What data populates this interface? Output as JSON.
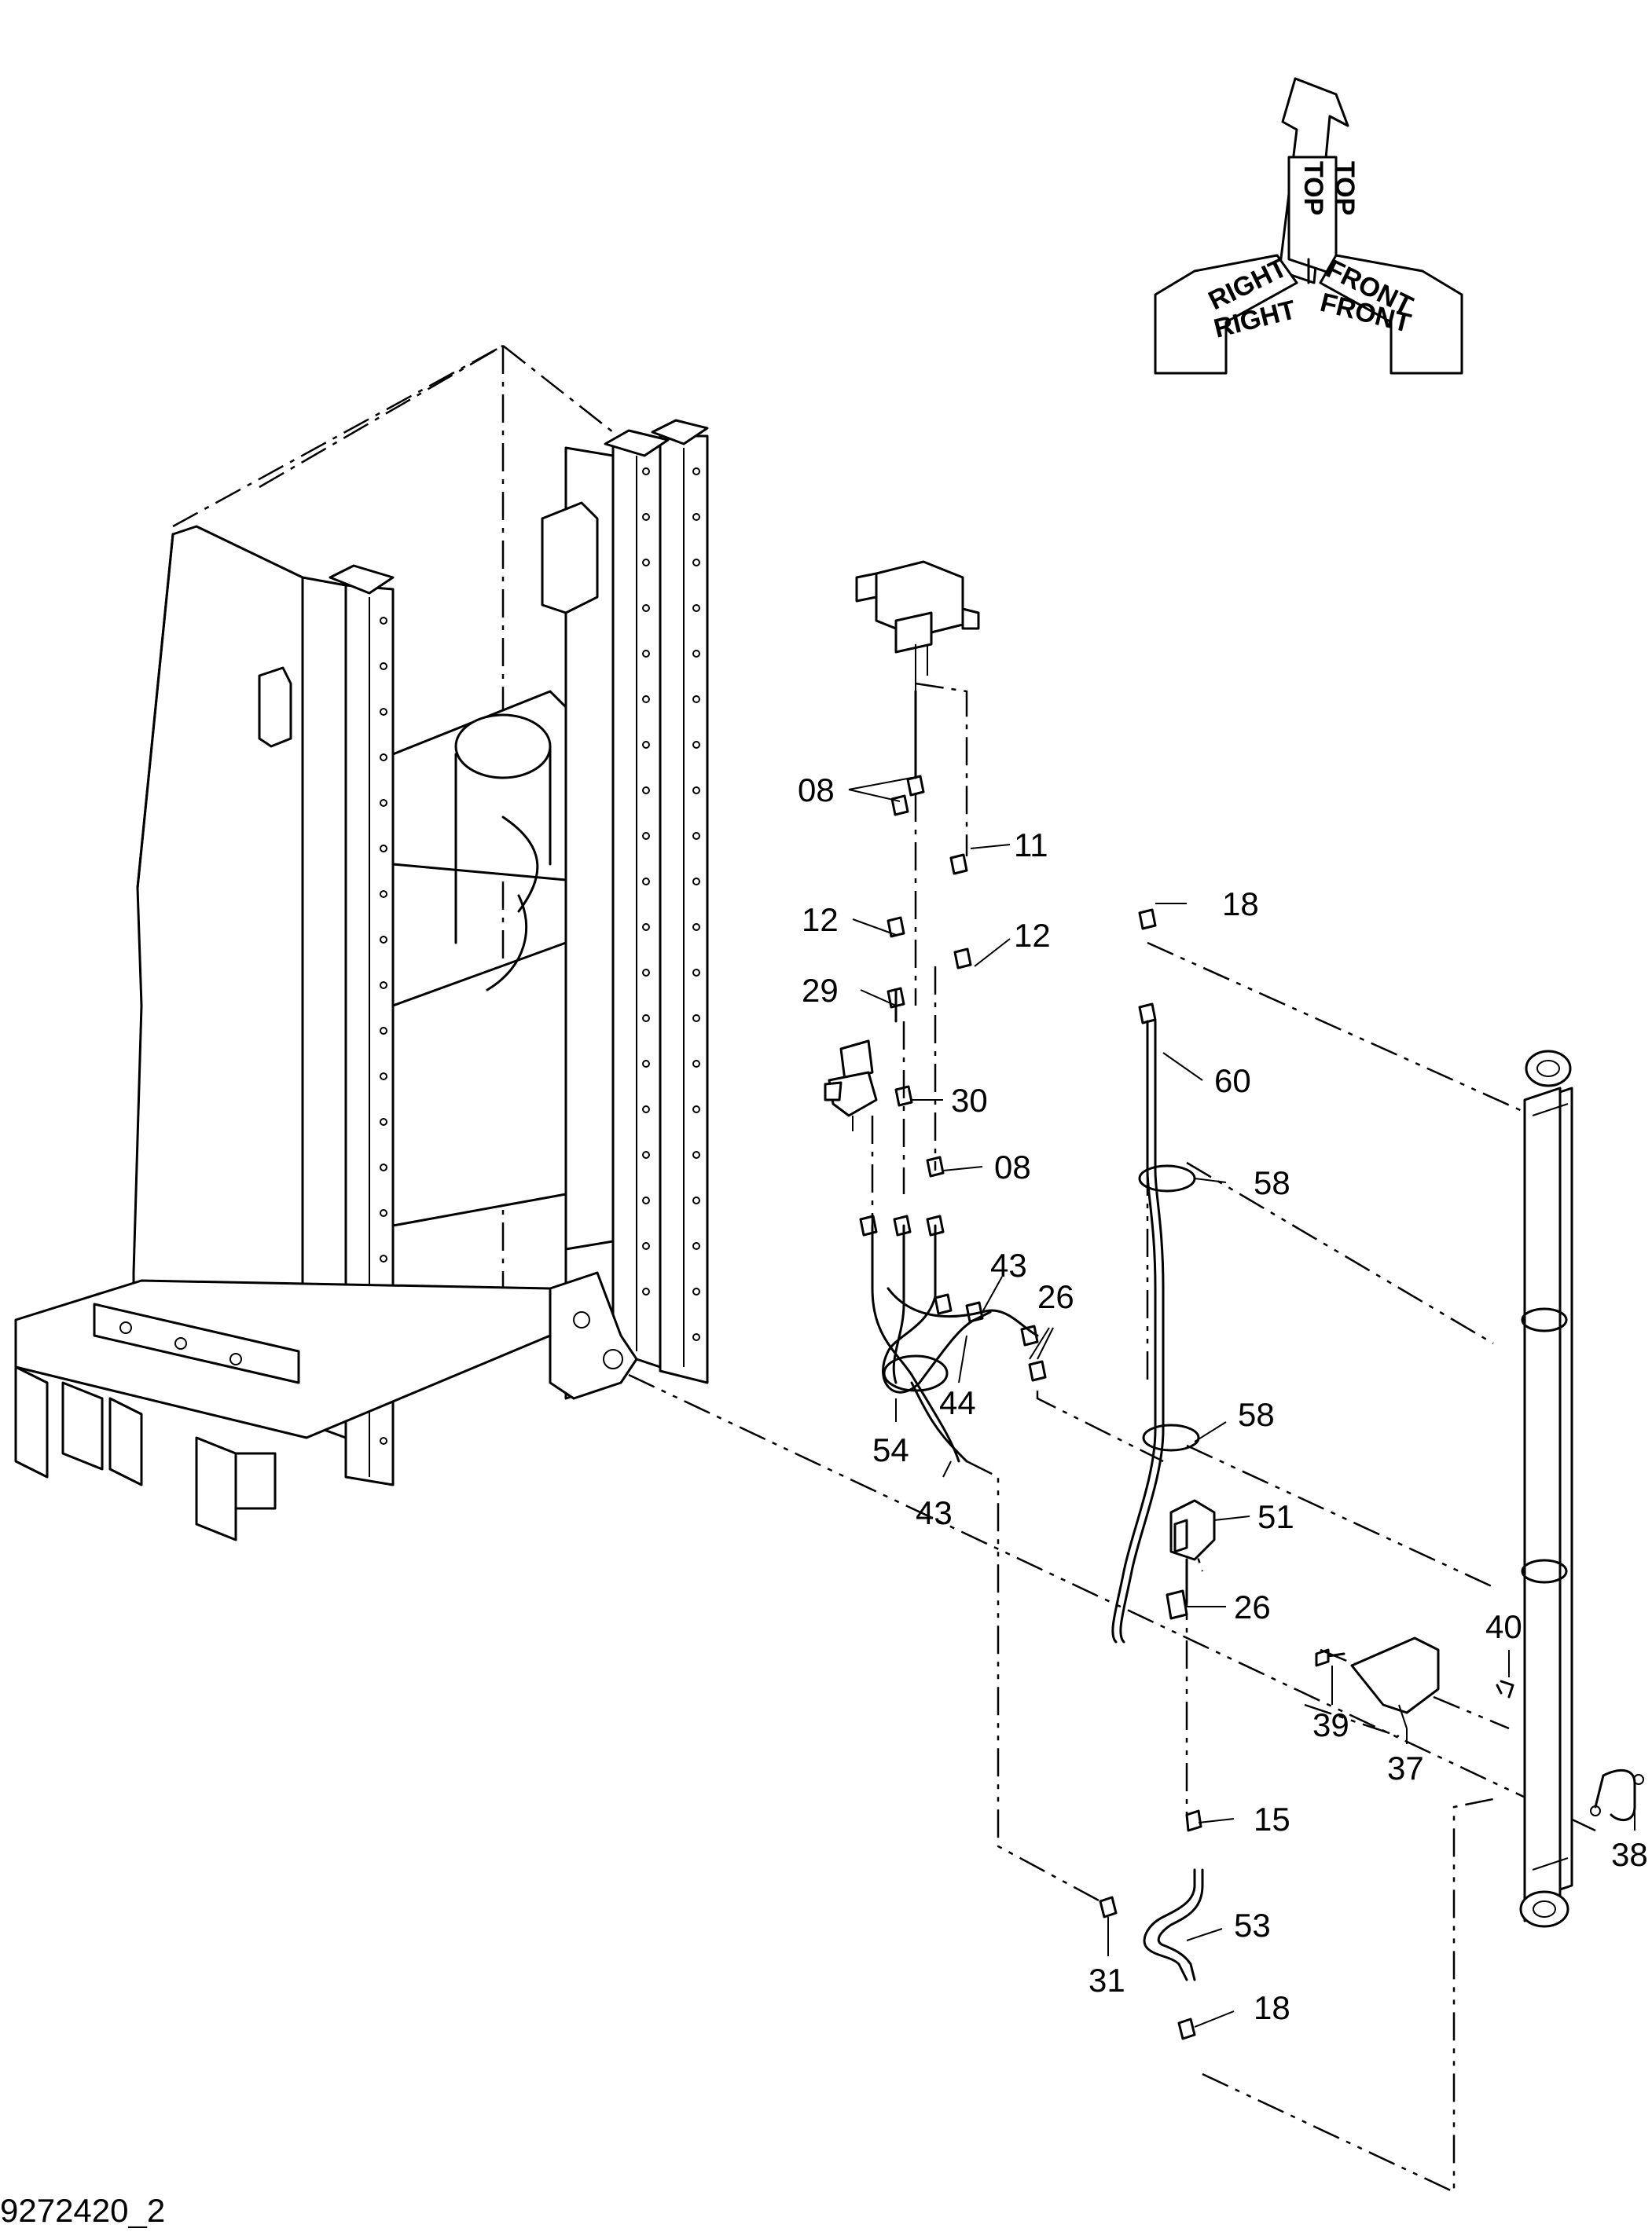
{
  "orientation": {
    "top": "TOP",
    "right": "RIGHT",
    "front": "FRONT"
  },
  "drawing_number": "9272420_2",
  "callouts": [
    {
      "id": "c08a",
      "label": "08"
    },
    {
      "id": "c11",
      "label": "11"
    },
    {
      "id": "c12a",
      "label": "12"
    },
    {
      "id": "c12b",
      "label": "12"
    },
    {
      "id": "c29",
      "label": "29"
    },
    {
      "id": "c30",
      "label": "30"
    },
    {
      "id": "c08b",
      "label": "08"
    },
    {
      "id": "c18a",
      "label": "18"
    },
    {
      "id": "c60",
      "label": "60"
    },
    {
      "id": "c58a",
      "label": "58"
    },
    {
      "id": "c43a",
      "label": "43"
    },
    {
      "id": "c26a",
      "label": "26"
    },
    {
      "id": "c44",
      "label": "44"
    },
    {
      "id": "c54",
      "label": "54"
    },
    {
      "id": "c43b",
      "label": "43"
    },
    {
      "id": "c58b",
      "label": "58"
    },
    {
      "id": "c51",
      "label": "51"
    },
    {
      "id": "c26b",
      "label": "26"
    },
    {
      "id": "c40",
      "label": "40"
    },
    {
      "id": "c39",
      "label": "39"
    },
    {
      "id": "c37",
      "label": "37"
    },
    {
      "id": "c15",
      "label": "15"
    },
    {
      "id": "c38",
      "label": "38"
    },
    {
      "id": "c53",
      "label": "53"
    },
    {
      "id": "c31",
      "label": "31"
    },
    {
      "id": "c18b",
      "label": "18"
    }
  ]
}
